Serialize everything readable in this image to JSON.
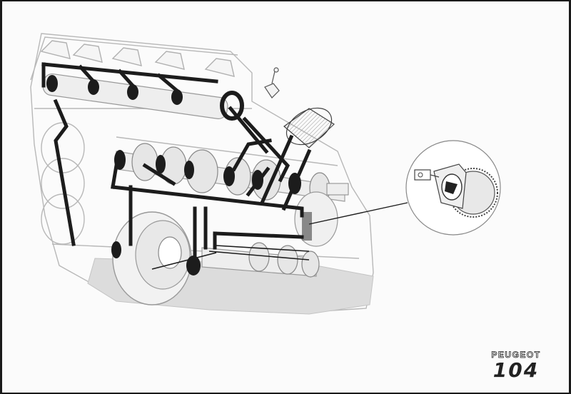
{
  "brand": {
    "name": "PEUGEOT",
    "model": "104"
  },
  "colors": {
    "paper": "#fbfbfb",
    "ink": "#1c1c1c",
    "ghost": "#bdbdbd",
    "sump": "#dcdcdc"
  },
  "icons": {
    "detail_inset": "oil-pump-detail",
    "logo": "peugeot-wordmark"
  }
}
